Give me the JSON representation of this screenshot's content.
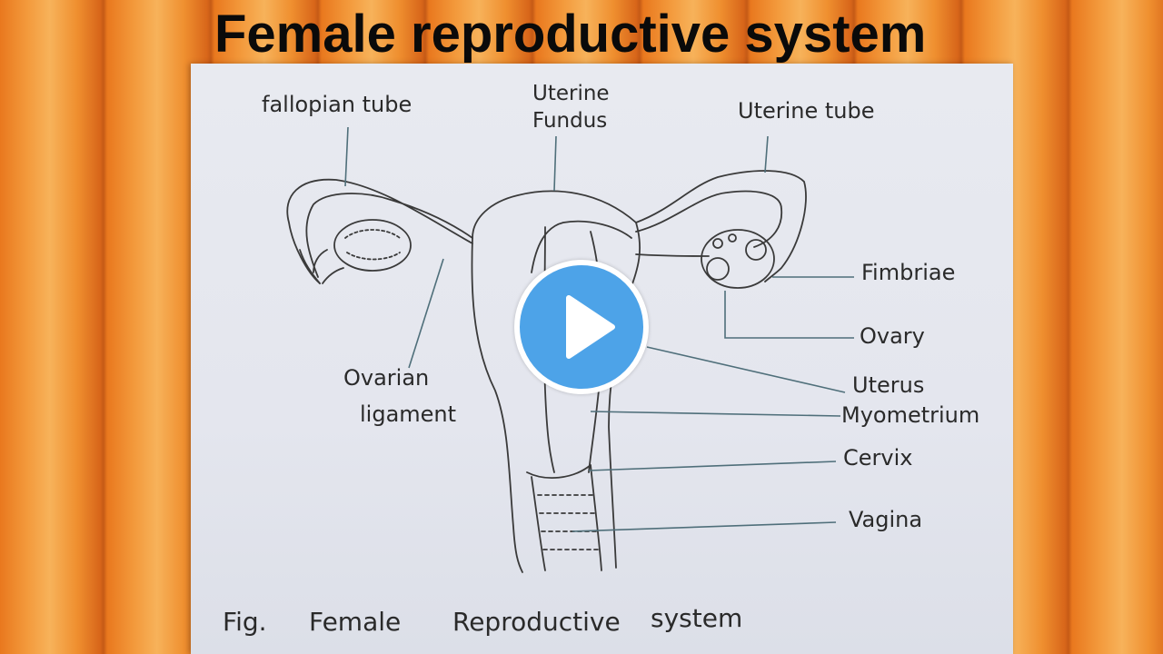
{
  "title": "Female reproductive system",
  "labels": {
    "fallopian_tube": "fallopian tube",
    "uterine_fundus_1": "Uterine",
    "uterine_fundus_2": "Fundus",
    "uterine_tube": "Uterine tube",
    "fimbriae": "Fimbriae",
    "ovary": "Ovary",
    "ovarian_1": "Ovarian",
    "ovarian_2": "ligament",
    "uterus": "Uterus",
    "myometrium": "Myometrium",
    "cervix": "Cervix",
    "vagina": "Vagina"
  },
  "caption": {
    "fig": "Fig.",
    "female": "Female",
    "reproductive": "Reproductive",
    "system": "system"
  },
  "play_button": {
    "icon": "play-icon",
    "color": "#4da3e8"
  },
  "colors": {
    "ink": "#2a2a2a",
    "leader": "#4f6f7a",
    "paper": "#e6e8ef"
  }
}
